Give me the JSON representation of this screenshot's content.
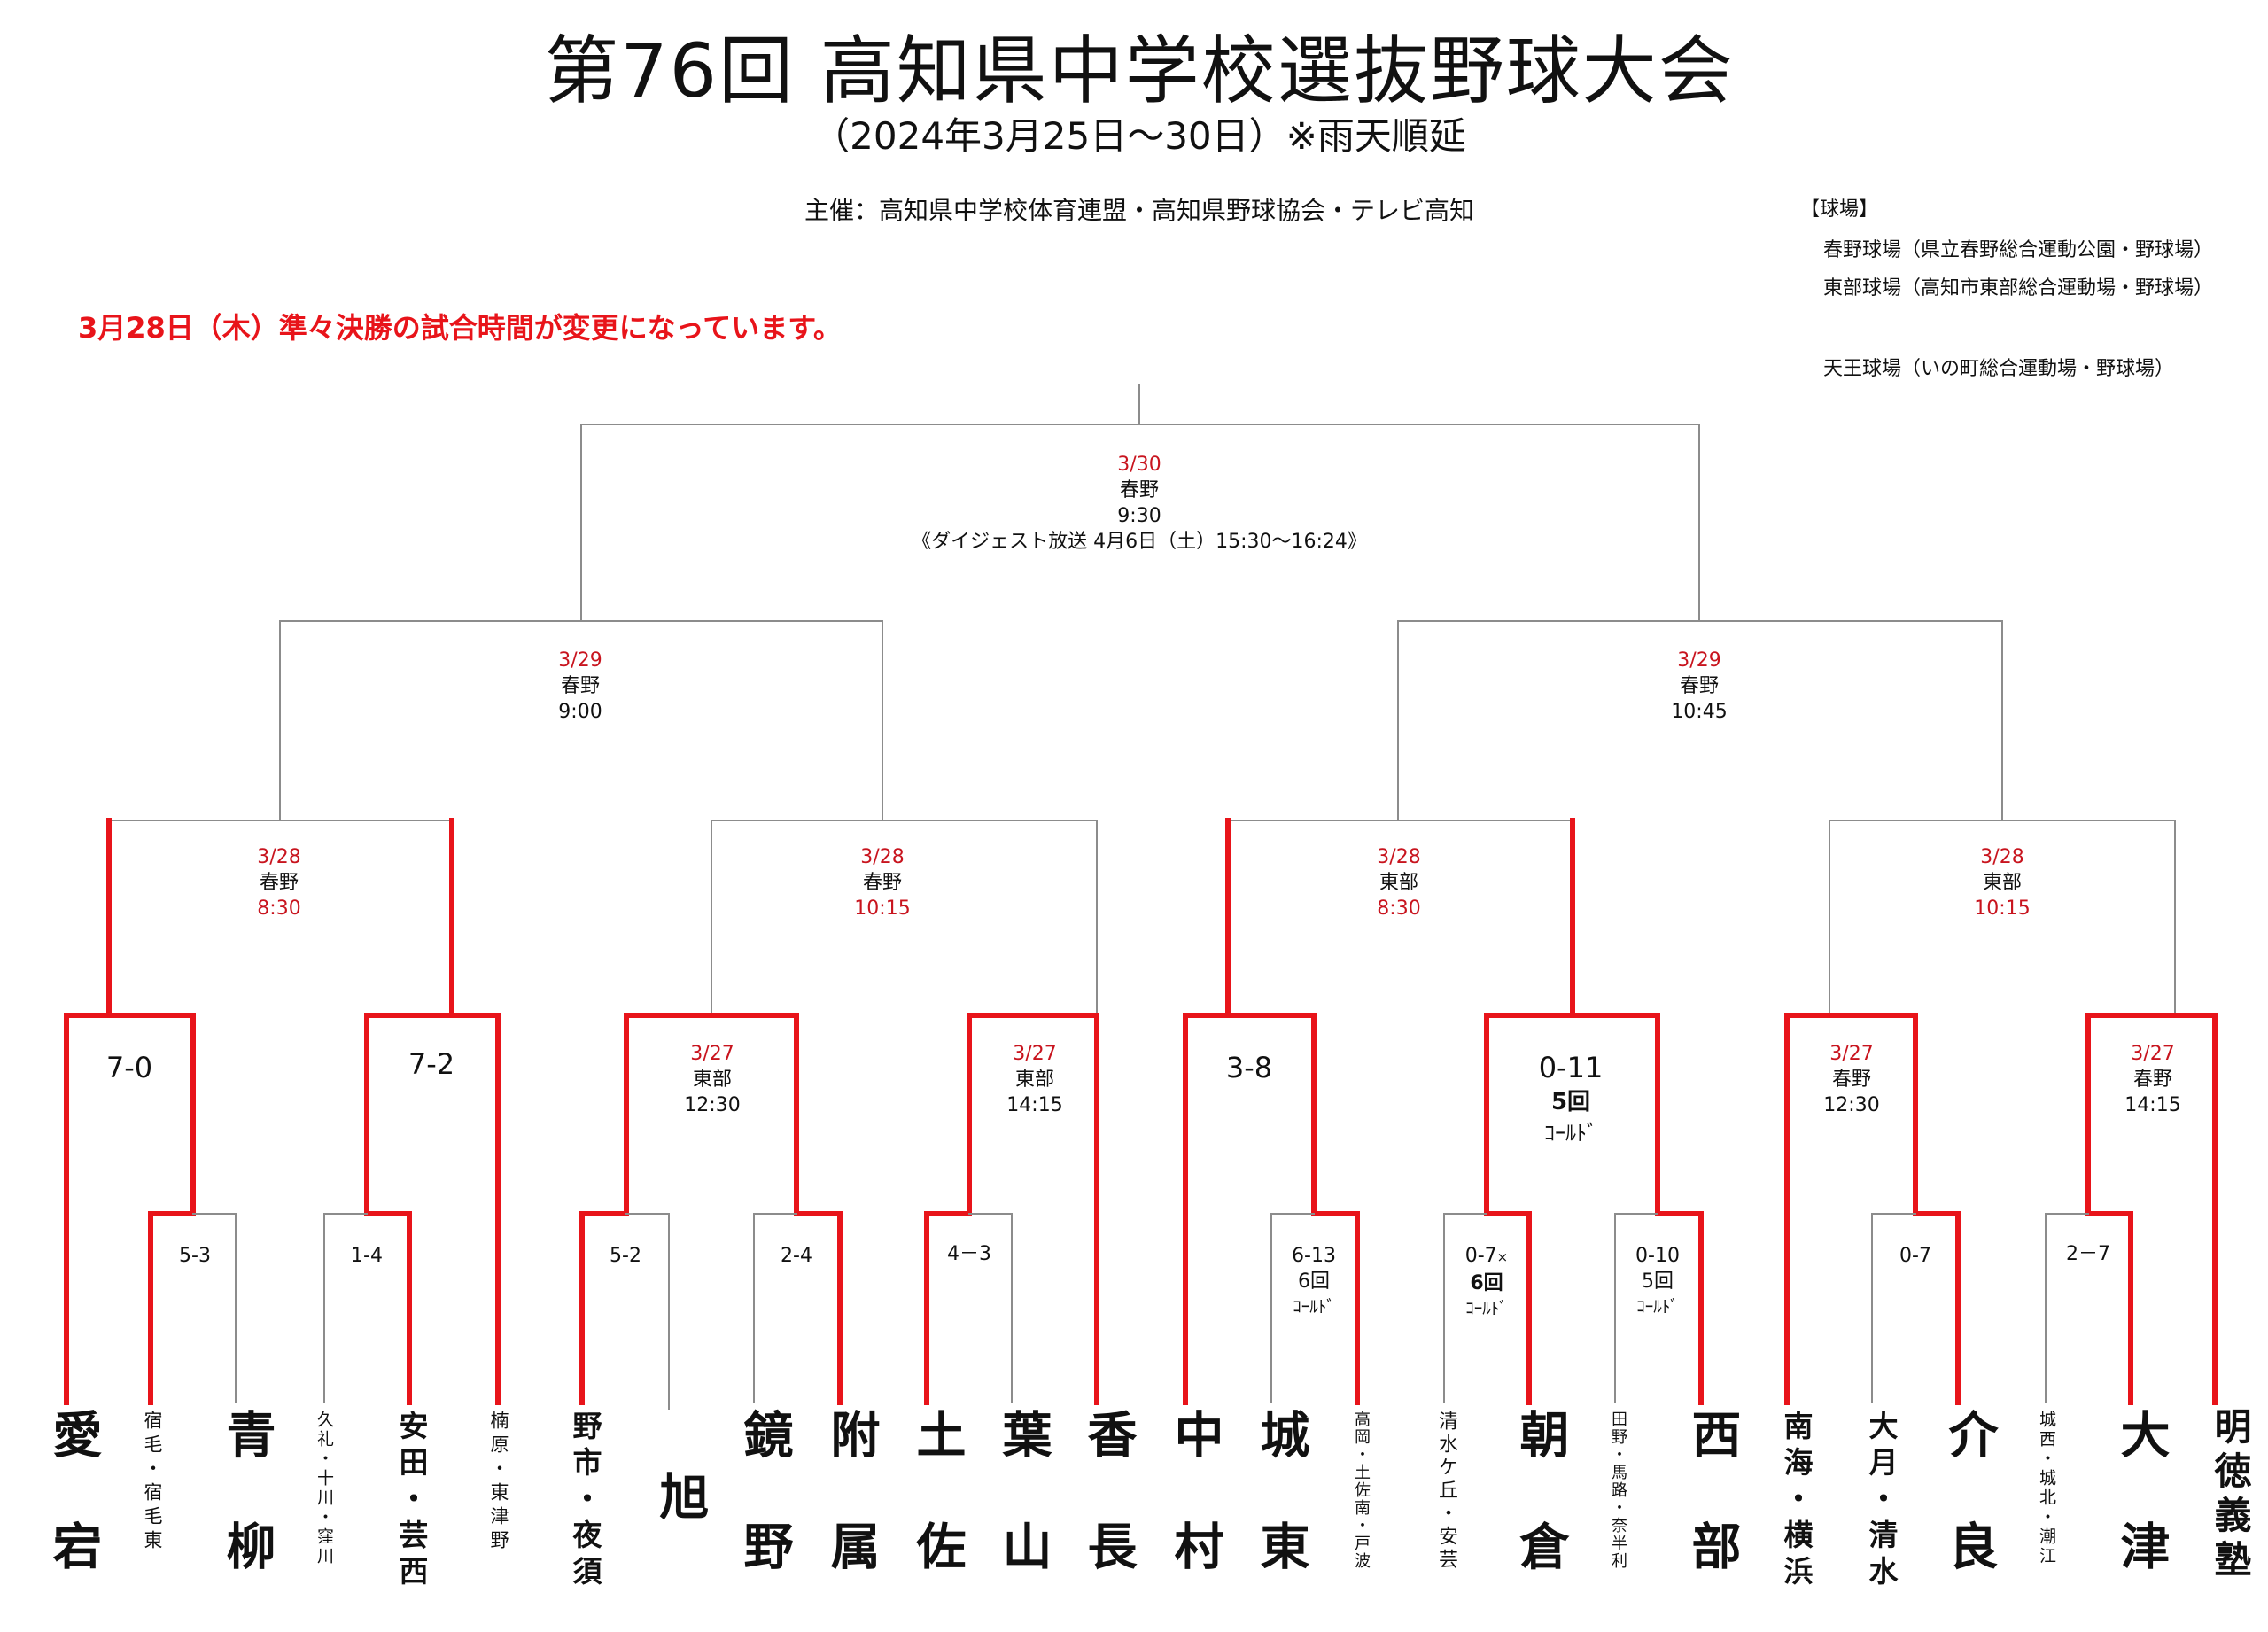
{
  "header": {
    "title": "第76回 高知県中学校選抜野球大会",
    "subtitle": "（2024年3月25日～30日）※雨天順延",
    "organizer": "主催：高知県中学校体育連盟・高知県野球協会・テレビ高知",
    "notice": "3月28日（木）準々決勝の試合時間が変更になっています。"
  },
  "venues": {
    "heading": "【球場】",
    "items": [
      "春野球場（県立春野総合運動公園・野球場）",
      "東部球場（高知市東部総合運動場・野球場）",
      "天王球場（いの町総合運動場・野球場）"
    ]
  },
  "games": {
    "final": {
      "date": "3/30",
      "venue": "春野",
      "time": "9:30",
      "note": "《ダイジェスト放送 4月6日（土）15:30～16:24》"
    },
    "sf_left": {
      "date": "3/29",
      "venue": "春野",
      "time": "9:00"
    },
    "sf_right": {
      "date": "3/29",
      "venue": "春野",
      "time": "10:45"
    },
    "qf1": {
      "date": "3/28",
      "venue": "春野",
      "time": "8:30"
    },
    "qf2": {
      "date": "3/28",
      "venue": "春野",
      "time": "10:15"
    },
    "qf3": {
      "date": "3/28",
      "venue": "東部",
      "time": "8:30"
    },
    "qf4": {
      "date": "3/28",
      "venue": "東部",
      "time": "10:15"
    },
    "r2_3": {
      "date": "3/27",
      "venue": "東部",
      "time": "12:30"
    },
    "r2_4": {
      "date": "3/27",
      "venue": "東部",
      "time": "14:15"
    },
    "r2_7": {
      "date": "3/27",
      "venue": "春野",
      "time": "12:30"
    },
    "r2_8": {
      "date": "3/27",
      "venue": "春野",
      "time": "14:15"
    }
  },
  "scores": {
    "r2_1": "7-0",
    "r2_2": "7-2",
    "r2_5": "3-8",
    "r2_6": "0-11",
    "r2_6_note1": "5回",
    "r2_6_note2": "ｺｰﾙﾄﾞ",
    "r1_1": "5-3",
    "r1_2": "1-4",
    "r1_3": "5-2",
    "r1_4": "2-4",
    "r1_5": "4－3",
    "r1_6": "6-13",
    "r1_6_note1": "6回",
    "r1_6_note2": "ｺｰﾙﾄﾞ",
    "r1_7": "0-7",
    "r1_7_mark": "×",
    "r1_7_note1": "6回",
    "r1_7_note2": "ｺｰﾙﾄﾞ",
    "r1_8": "0-10",
    "r1_8_note1": "5回",
    "r1_8_note2": "ｺｰﾙﾄﾞ",
    "r1_9": "0-7",
    "r1_10": "2－7"
  },
  "teams": [
    "愛宕",
    "宿毛・宿毛東",
    "青柳",
    "久礼・十川・窪川",
    "安田・芸西",
    "楠原・東津野",
    "野市・夜須",
    "旭",
    "鏡野",
    "附属",
    "土佐",
    "葉山",
    "香長",
    "中村",
    "城東",
    "高岡・土佐南・戸波",
    "清水ケ丘・安芸",
    "朝倉",
    "田野・馬路・奈半利",
    "西部",
    "南海・横浜",
    "大月・清水",
    "介良",
    "城西・城北・潮江",
    "大津",
    "明徳義塾"
  ],
  "colors": {
    "win_line": "#e8141a",
    "line": "#8c8c8c",
    "red_text": "#c8141e"
  }
}
